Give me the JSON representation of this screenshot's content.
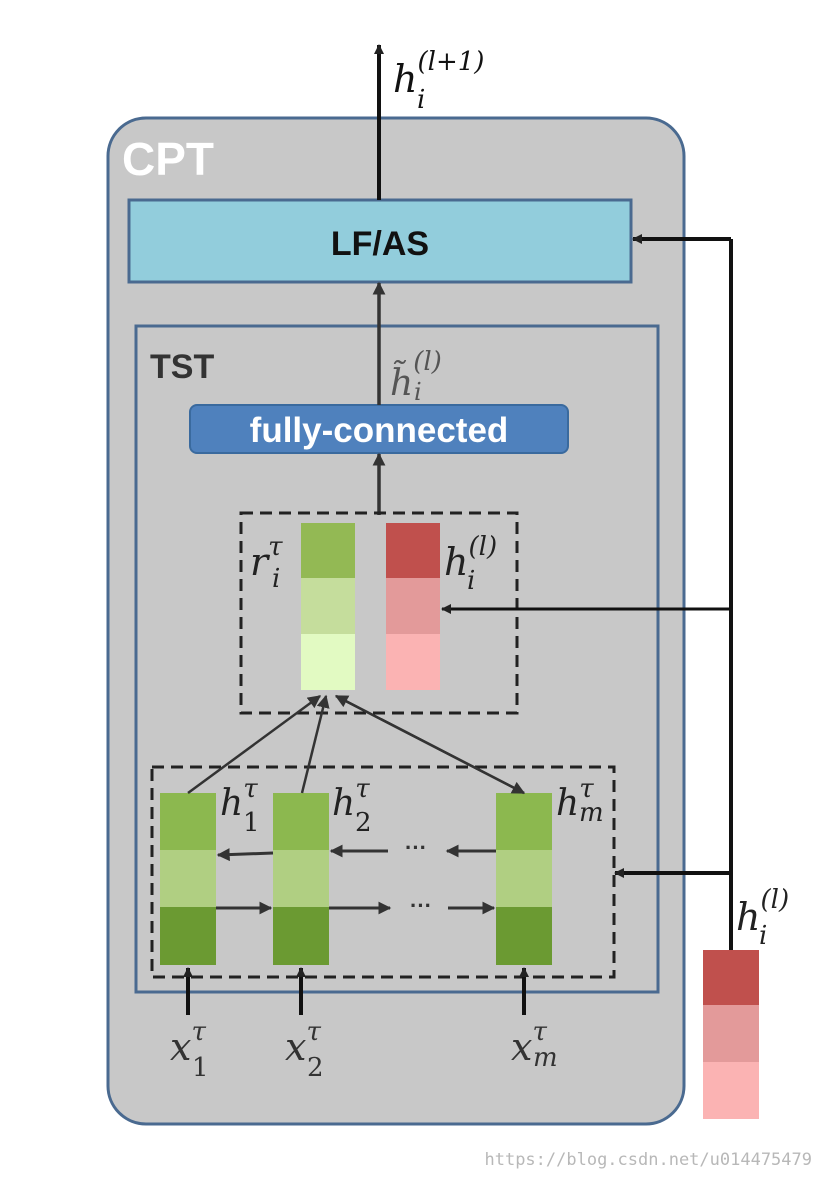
{
  "colors": {
    "cpt_fill": "#c8c8c8",
    "frame_stroke": "#4a6a90",
    "lfas_fill": "#92cddc",
    "fc_fill": "#4f81bd",
    "green_top": "#8cb84f",
    "green_mid": "#b0cf82",
    "green_bot": "#6b9a32",
    "r_top": "#93b954",
    "r_mid": "#c5dd9c",
    "r_bot": "#e2fac2",
    "red_top": "#c0504d",
    "red_mid": "#e39a9a",
    "red_bot": "#fbb3b3"
  },
  "cpt": {
    "label": "CPT"
  },
  "lfas": {
    "label": "LF/AS"
  },
  "tst": {
    "label": "TST"
  },
  "fc": {
    "label": "fully-connected"
  },
  "output": {
    "base": "h",
    "sub": "i",
    "sup": "(l+1)"
  },
  "htilde": {
    "base": "h̃",
    "sub": "i",
    "sup": "(l)"
  },
  "r": {
    "base": "r",
    "sub": "i",
    "sup": "τ"
  },
  "h_inner": {
    "base": "h",
    "sub": "i",
    "sup": "(l)"
  },
  "h_outer": {
    "base": "h",
    "sub": "i",
    "sup": "(l)"
  },
  "hiddens": [
    {
      "base": "h",
      "sub": "1",
      "sup": "τ"
    },
    {
      "base": "h",
      "sub": "2",
      "sup": "τ"
    },
    {
      "base": "h",
      "sub": "m",
      "sup": "τ"
    }
  ],
  "inputs": [
    {
      "base": "x",
      "sub": "1",
      "sup": "τ"
    },
    {
      "base": "x",
      "sub": "2",
      "sup": "τ"
    },
    {
      "base": "x",
      "sub": "m",
      "sup": "τ"
    }
  ],
  "ellipsis": "···",
  "watermark": "https://blog.csdn.net/u014475479"
}
